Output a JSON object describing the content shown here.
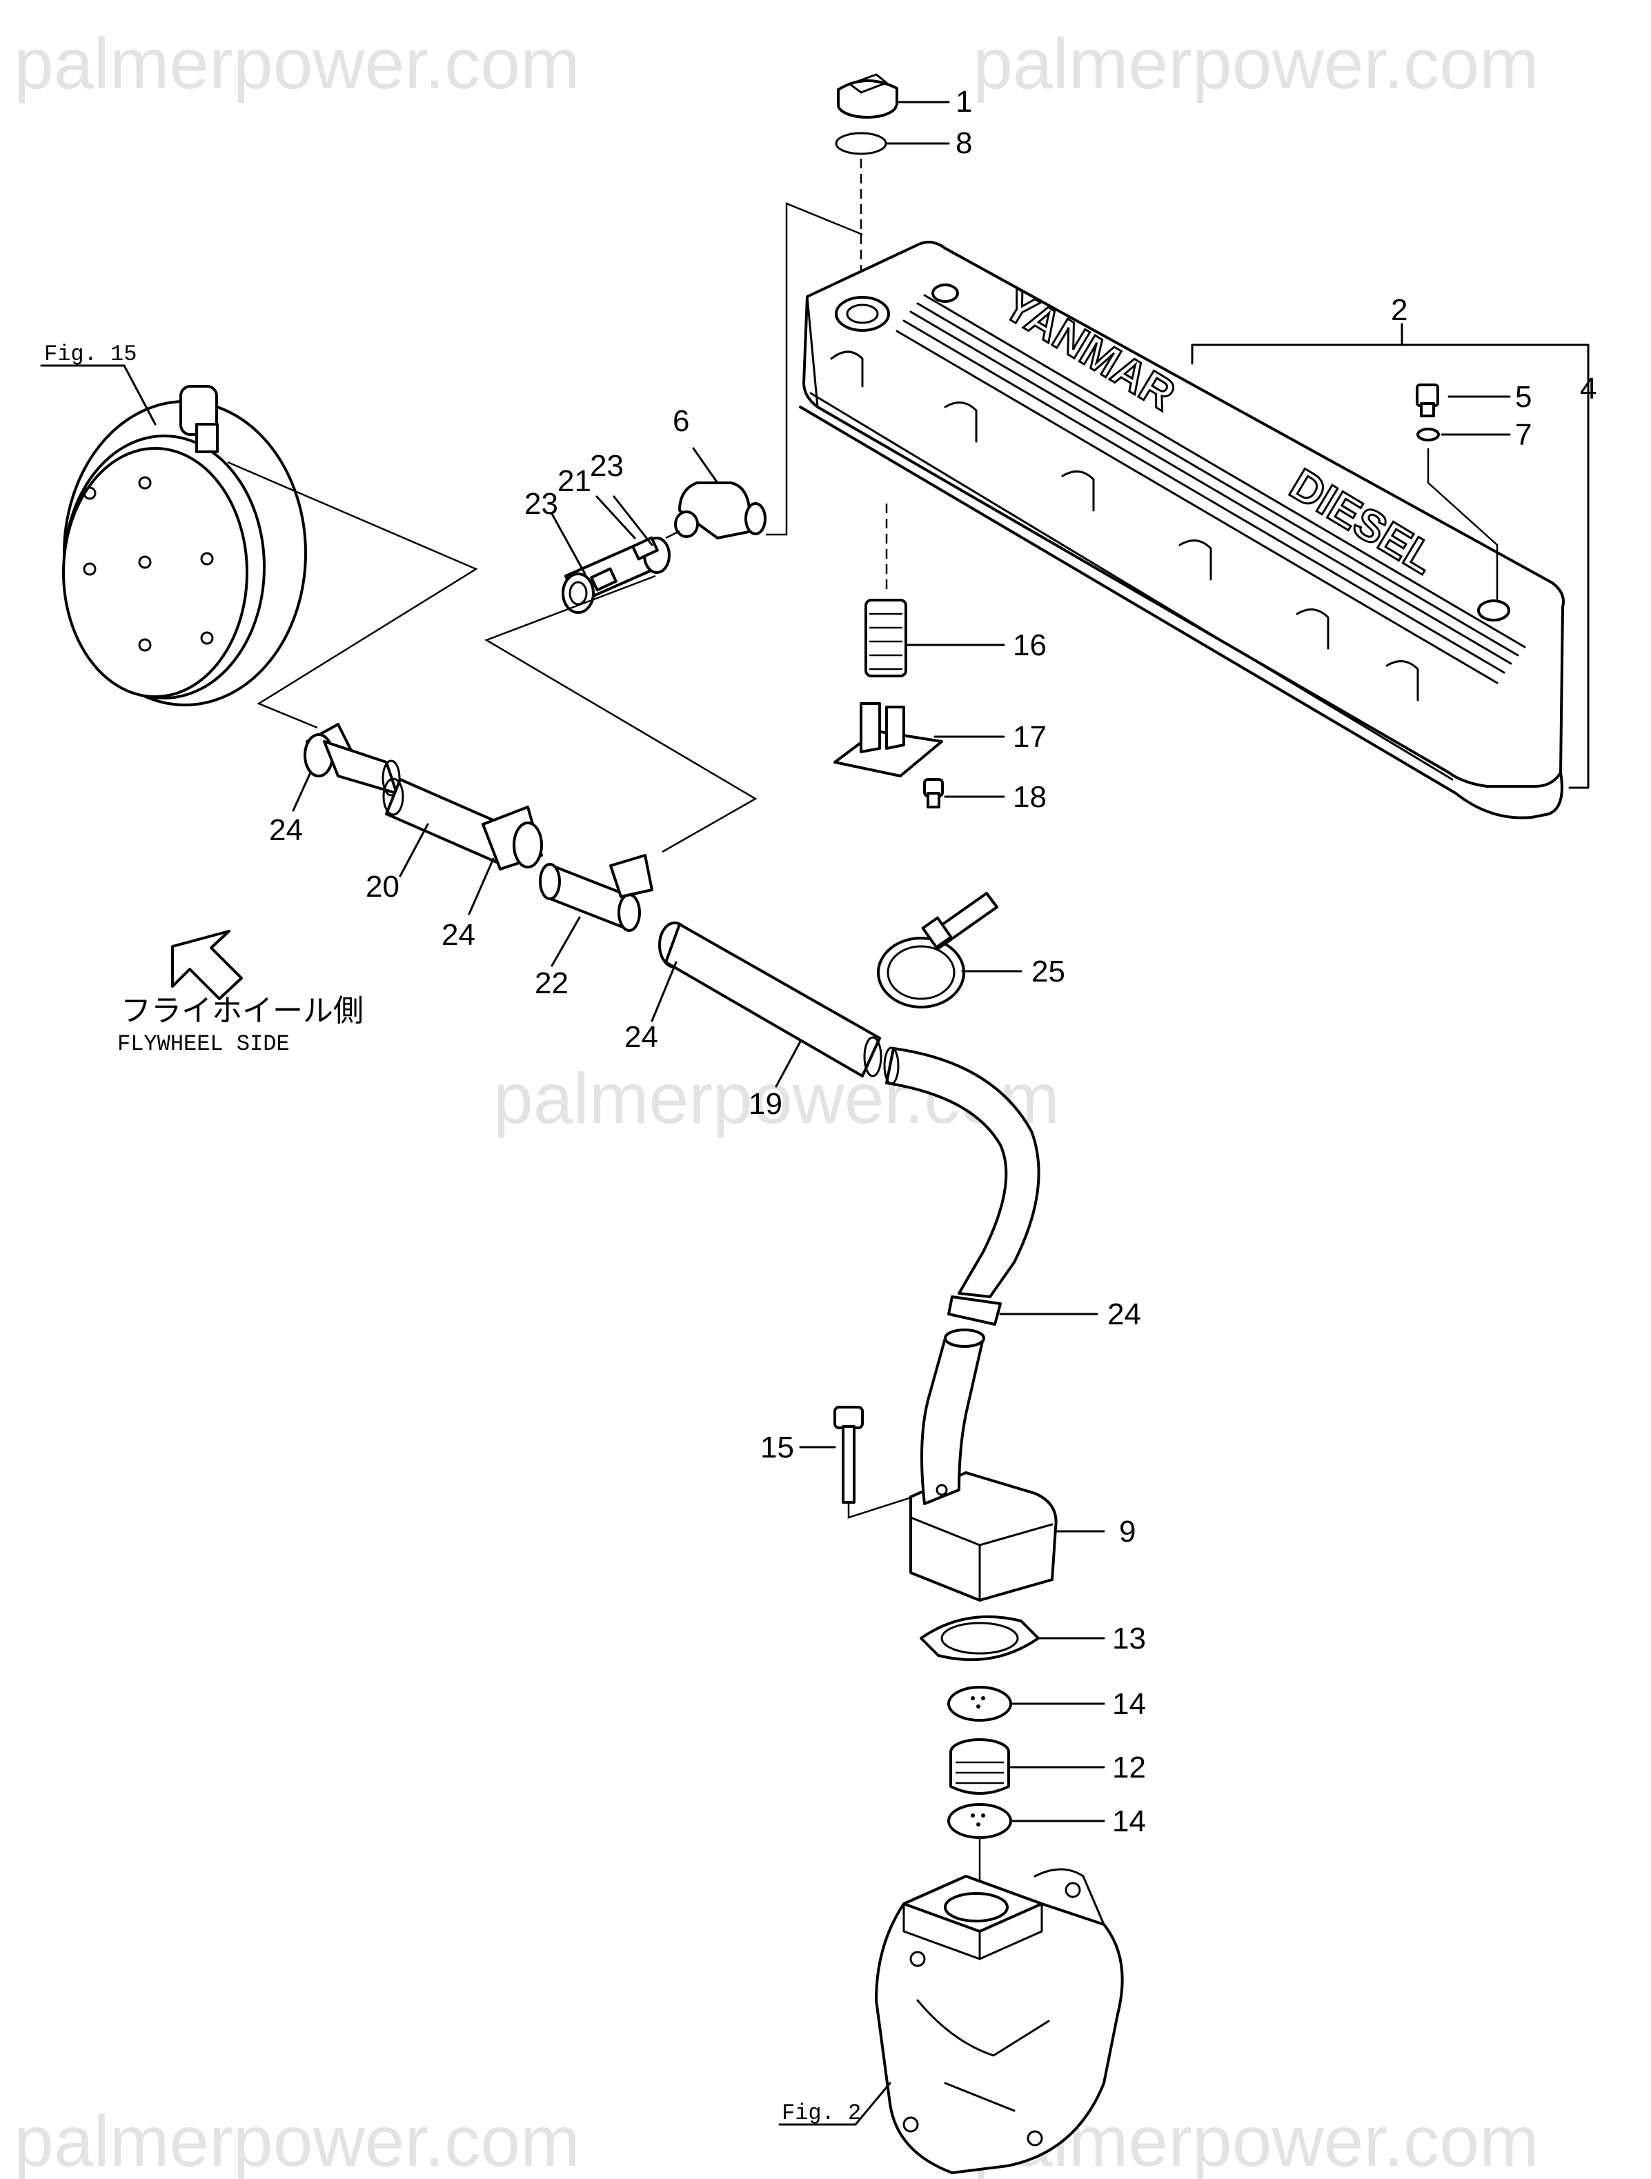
{
  "watermarks": [
    "palmerpower.com",
    "palmerpower.com",
    "palmerpower.com",
    "palmerpower.com",
    "palmerpower.com"
  ],
  "part_labels": [
    "1",
    "8",
    "2",
    "4",
    "5",
    "7",
    "6",
    "23",
    "21",
    "23",
    "16",
    "17",
    "18",
    "24",
    "20",
    "24",
    "22",
    "25",
    "24",
    "19",
    "24",
    "15",
    "9",
    "13",
    "14",
    "12",
    "14"
  ],
  "refs": {
    "fig15": "Fig. 15",
    "fig2": "Fig. 2"
  },
  "flywheel": {
    "jp": "フライホイール側",
    "en": "FLYWHEEL SIDE"
  },
  "cover_brand": {
    "word1": "YANMAR",
    "word2": "DIESEL"
  },
  "icons": {
    "direction_arrow": "hollow-arrow-up-left-icon"
  }
}
